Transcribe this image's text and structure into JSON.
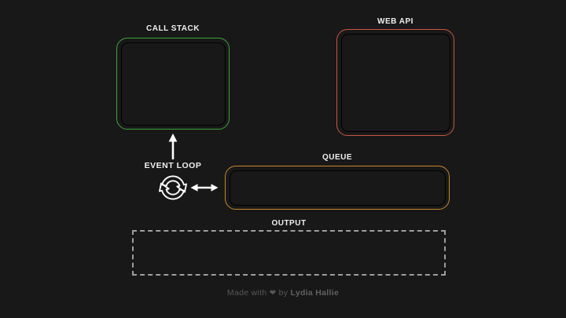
{
  "diagram": {
    "call_stack": {
      "label": "CALL STACK",
      "border_color": "#3fa23c"
    },
    "web_api": {
      "label": "WEB API",
      "border_color": "#c85643"
    },
    "queue": {
      "label": "QUEUE",
      "border_color": "#c8872b"
    },
    "event_loop": {
      "label": "EVENT LOOP"
    },
    "output": {
      "label": "OUTPUT",
      "border_color": "#9e9e9e",
      "border_style": "dashed"
    }
  },
  "colors": {
    "background": "#181818",
    "label_text": "#efefef",
    "arrow": "#ffffff",
    "footer_text": "#585858"
  },
  "footer": {
    "made_with": "Made with",
    "heart": "❤",
    "by": "by",
    "author": "Lydia Hallie"
  }
}
